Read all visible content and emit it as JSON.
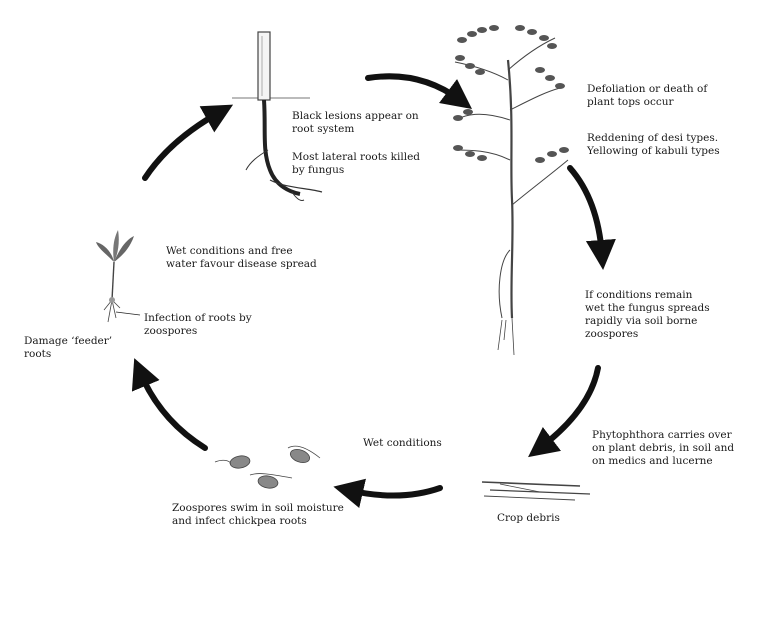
{
  "labels": {
    "black_lesions": [
      "Black lesions appear on",
      "root system"
    ],
    "lateral_roots": [
      "Most lateral roots killed",
      "by fungus"
    ],
    "defoliation": [
      "Defoliation or death of",
      "plant tops occur"
    ],
    "reddening": [
      "Reddening of desi types.",
      "Yellowing of kabuli types"
    ],
    "wet_free_water": [
      "Wet conditions and free",
      "water favour disease spread"
    ],
    "infection_roots": [
      "Infection of roots by",
      "zoospores"
    ],
    "damage_feeder": [
      "Damage ‘feeder’",
      "roots"
    ],
    "conditions_remain": [
      "If conditions remain",
      "wet the fungus spreads",
      "rapidly via soil borne",
      "zoospores"
    ],
    "phytophthora": [
      "Phytophthora carries over",
      "on plant debris, in soil and",
      "on medics and lucerne"
    ],
    "wet_conditions": [
      "Wet conditions"
    ],
    "zoospores_swim": [
      "Zoospores swim in soil moisture",
      "and infect chickpea roots"
    ],
    "crop_debris": [
      "Crop debris"
    ]
  },
  "colors": {
    "ink": "#111111",
    "stem": "#444444",
    "leaf": "#555555",
    "soil": "#bbbbbb"
  }
}
